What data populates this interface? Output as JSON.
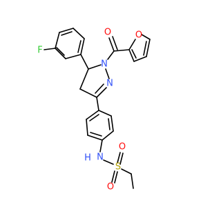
{
  "molecule": {
    "atoms": {
      "fluorine": {
        "label": "F",
        "color": "#33cc33"
      },
      "furan_oxygen": {
        "label": "O",
        "color": "#ff0d0d"
      },
      "carbonyl_oxygen": {
        "label": "O",
        "color": "#ff0d0d"
      },
      "pyrazoline_n1": {
        "label": "N",
        "color": "#3050f8"
      },
      "pyrazoline_n2": {
        "label": "N",
        "color": "#3050f8"
      },
      "amide_n": {
        "label": "N",
        "color": "#3050f8"
      },
      "amide_h": {
        "label": "H",
        "color": "#3050f8"
      },
      "sulfur": {
        "label": "S",
        "color": "#b2a000"
      },
      "sulfonyl_o_top": {
        "label": "O",
        "color": "#ff0d0d"
      },
      "sulfonyl_o_bottom": {
        "label": "O",
        "color": "#ff0d0d"
      }
    },
    "bond_color": "#000000",
    "background": "#ffffff"
  }
}
